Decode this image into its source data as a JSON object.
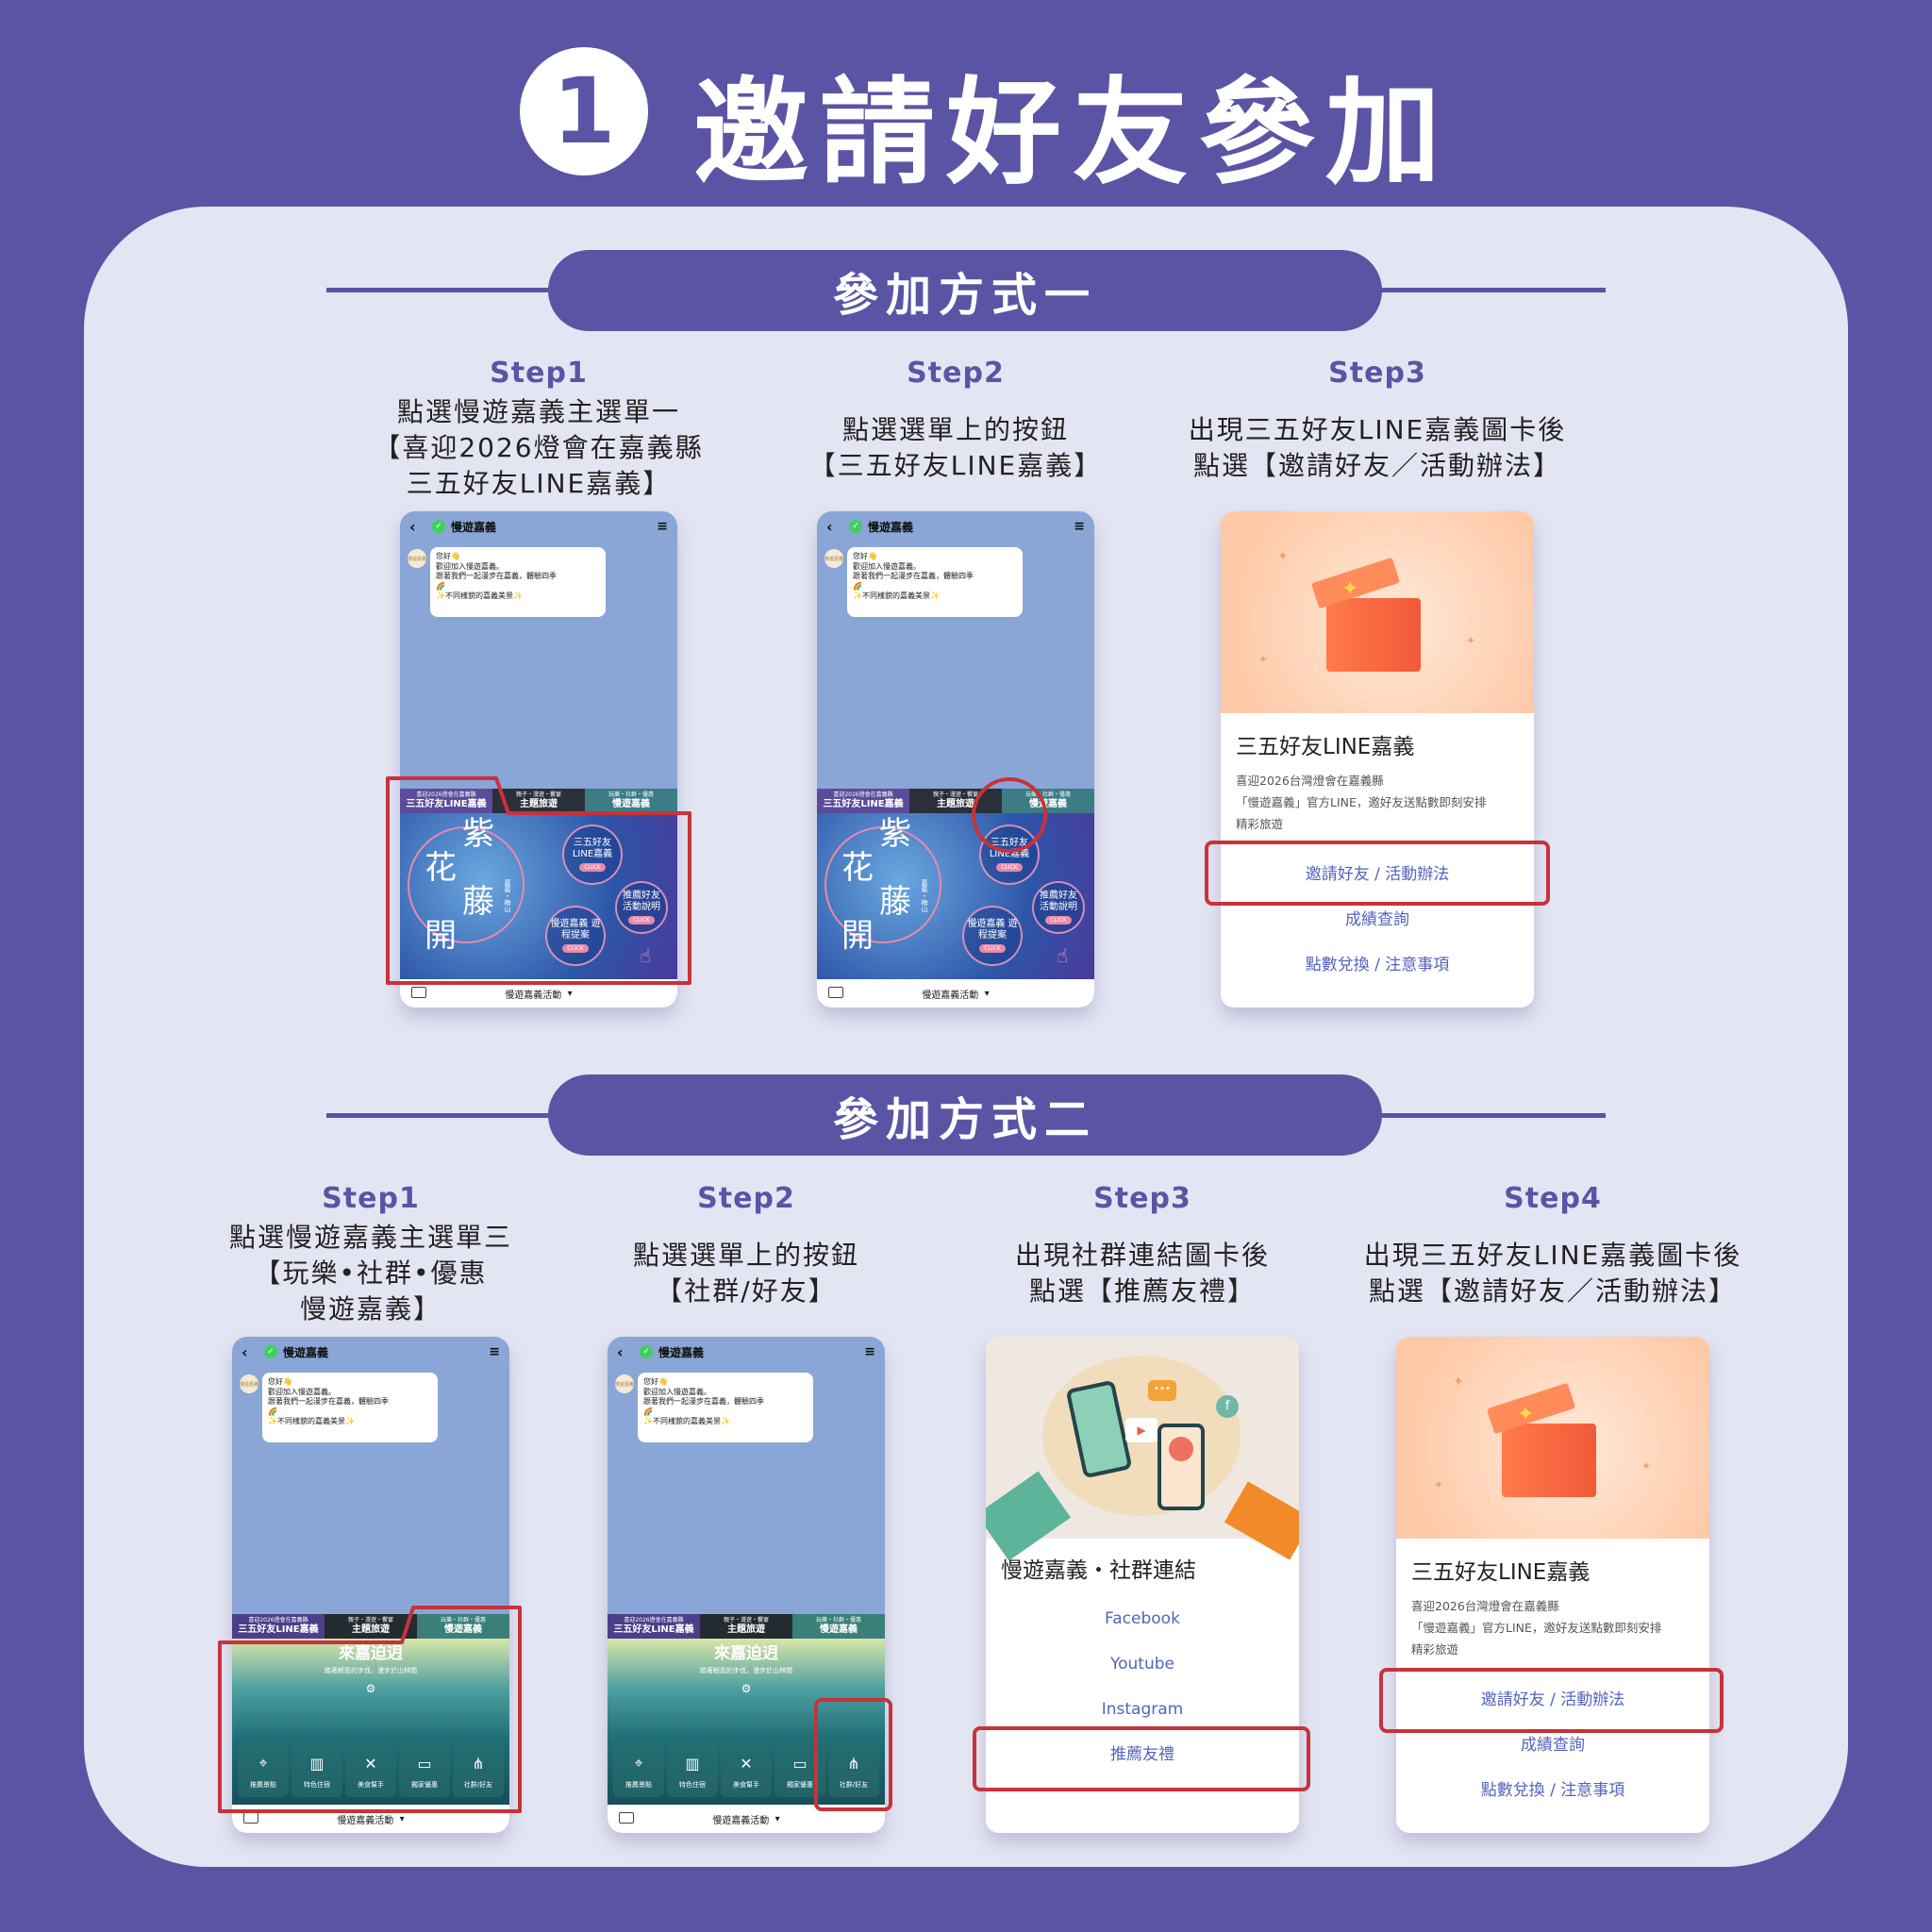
{
  "title": {
    "number": "1",
    "text": "邀請好友參加"
  },
  "colors": {
    "background": "#5b54a5",
    "panel": "#e4e5f3",
    "highlight": "#c8323a",
    "link": "#5563c0"
  },
  "phone": {
    "header_title": "慢遊嘉義",
    "avatar_text": "慢遊嘉義",
    "greeting": [
      "您好👋",
      "歡迎加入慢遊嘉義。",
      "跟著我們一起漫步在嘉義，體驗四季",
      "🌈",
      "✨不同樣貌的嘉義美景✨"
    ],
    "footer_label": "慢遊嘉義活動",
    "footer_caret": "▾",
    "tabs": [
      {
        "small": "喜迎2026燈會在嘉義縣",
        "big": "三五好友LINE嘉義"
      },
      {
        "small": "親子・漫遊・饗宴",
        "big": "主題旅遊"
      },
      {
        "small": "玩樂・社群・優惠",
        "big": "慢遊嘉義"
      }
    ]
  },
  "richmenu_wisteria": {
    "headline": [
      "紫",
      "花",
      "藤",
      "開"
    ],
    "sub": "嘉義・梅山",
    "buttons": [
      {
        "text": "三五好友 LINE嘉義",
        "cta": "CLICK"
      },
      {
        "text": "慢遊嘉義 遊程提案",
        "cta": "CLICK"
      },
      {
        "text": "推薦好友 活動說明",
        "cta": "CLICK"
      }
    ]
  },
  "richmenu_mountain": {
    "headline": "來嘉迫迌",
    "sub": "踏著輕盈的步伐，漫步於山林間",
    "tiles": [
      "推薦景點",
      "特色住宿",
      "美食幫手",
      "獨家優惠",
      "社群/好友"
    ]
  },
  "card_friends": {
    "title": "三五好友LINE嘉義",
    "desc": [
      "喜迎2026台灣燈會在嘉義縣",
      "「慢遊嘉義」官方LINE，邀好友送點數即刻安排",
      "精彩旅遊"
    ],
    "links": [
      "邀請好友 / 活動辦法",
      "成績查詢",
      "點數兌換 / 注意事項"
    ]
  },
  "card_social": {
    "title": "慢遊嘉義・社群連結",
    "links": [
      "Facebook",
      "Youtube",
      "Instagram",
      "推薦友禮"
    ]
  },
  "methods": [
    {
      "label": "參加方式一",
      "steps": [
        {
          "label": "Step1",
          "desc": [
            "點選慢遊嘉義主選單一",
            "【喜迎2026燈會在嘉義縣",
            "三五好友LINE嘉義】"
          ],
          "screen": "phone-wisteria"
        },
        {
          "label": "Step2",
          "desc": [
            "點選選單上的按鈕",
            "【三五好友LINE嘉義】"
          ],
          "screen": "phone-wisteria"
        },
        {
          "label": "Step3",
          "desc": [
            "出現三五好友LINE嘉義圖卡後",
            "點選【邀請好友／活動辦法】"
          ],
          "screen": "card-friends"
        }
      ]
    },
    {
      "label": "參加方式二",
      "steps": [
        {
          "label": "Step1",
          "desc": [
            "點選慢遊嘉義主選單三",
            "【玩樂•社群•優惠",
            "慢遊嘉義】"
          ],
          "screen": "phone-mountain"
        },
        {
          "label": "Step2",
          "desc": [
            "點選選單上的按鈕",
            "【社群/好友】"
          ],
          "screen": "phone-mountain"
        },
        {
          "label": "Step3",
          "desc": [
            "出現社群連結圖卡後",
            "點選【推薦友禮】"
          ],
          "screen": "card-social"
        },
        {
          "label": "Step4",
          "desc": [
            "出現三五好友LINE嘉義圖卡後",
            "點選【邀請好友／活動辦法】"
          ],
          "screen": "card-friends"
        }
      ]
    }
  ]
}
